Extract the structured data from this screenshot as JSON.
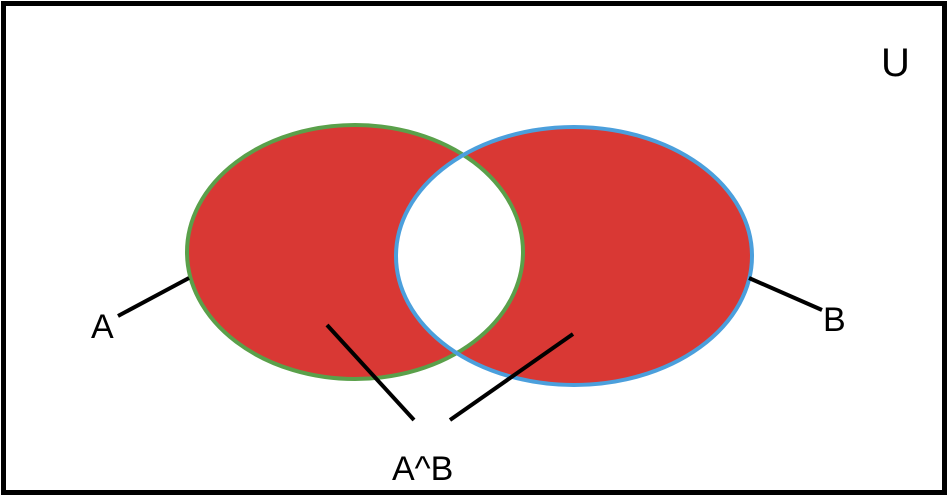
{
  "diagram": {
    "type": "venn",
    "universe_label": "U",
    "set_a_label": "A",
    "set_b_label": "B",
    "shaded_region_label": "A^B",
    "colors": {
      "background": "#ffffff",
      "frame": "#000000",
      "fill": "#d93834",
      "overlap": "#ffffff",
      "set_a_outline": "#5aa04a",
      "set_b_outline": "#4b9fdc",
      "leader_lines": "#000000"
    }
  }
}
